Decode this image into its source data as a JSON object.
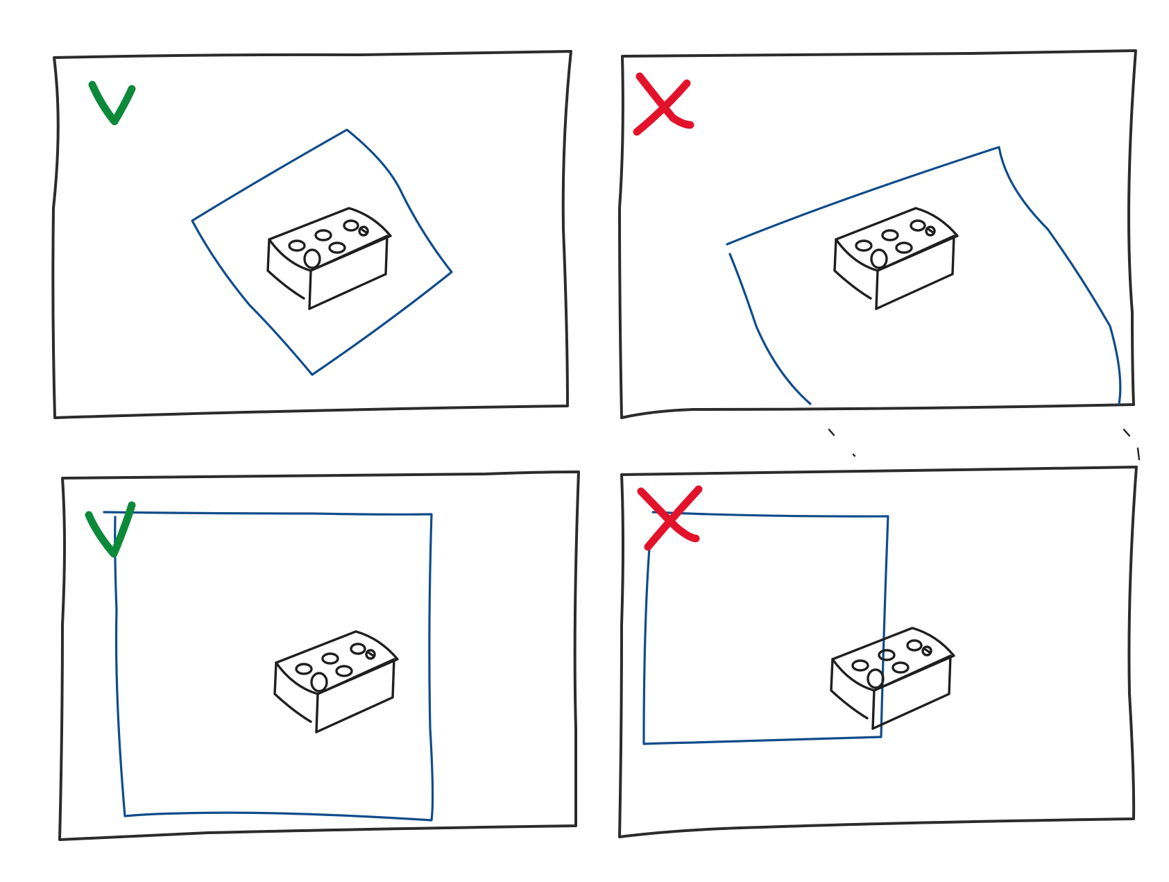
{
  "colors": {
    "frame": "#2b2b2b",
    "crop_outline": "#0f4c8a",
    "brick": "#1f1f1f",
    "good_mark": "#0c8a3a",
    "bad_mark": "#e3122b"
  },
  "panels": [
    {
      "id": "panel-rotated-crop-good",
      "verdict": "correct",
      "mark_icon": "checkmark-icon"
    },
    {
      "id": "panel-rotated-crop-bad",
      "verdict": "incorrect",
      "mark_icon": "cross-icon"
    },
    {
      "id": "panel-axis-crop-good",
      "verdict": "correct",
      "mark_icon": "checkmark-icon"
    },
    {
      "id": "panel-axis-crop-bad",
      "verdict": "incorrect",
      "mark_icon": "cross-icon"
    }
  ]
}
